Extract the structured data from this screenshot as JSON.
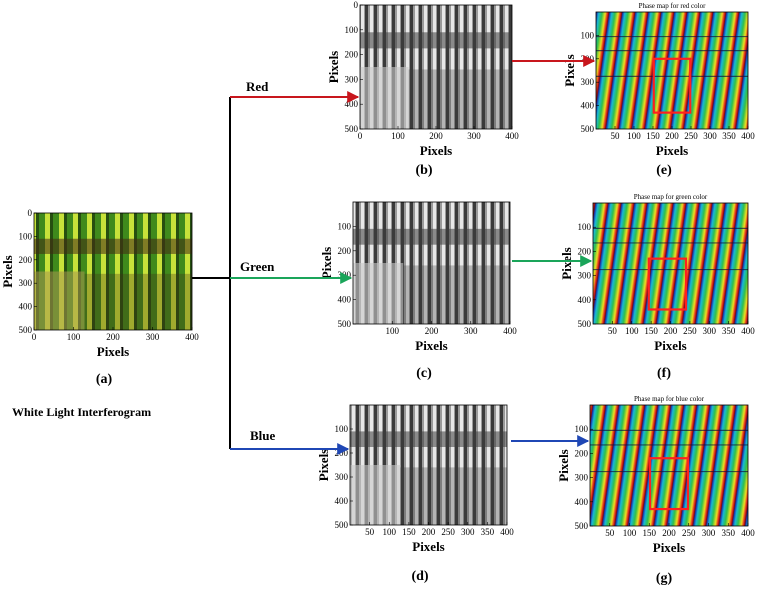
{
  "caption": "White Light Interferogram",
  "branches": [
    {
      "id": "red",
      "label": "Red",
      "color": "#c8161d"
    },
    {
      "id": "green",
      "label": "Green",
      "color": "#1aa55a"
    },
    {
      "id": "blue",
      "label": "Blue",
      "color": "#1f47b5"
    }
  ],
  "colors": {
    "trunk": "#000000",
    "roi_box": "#ff2020"
  },
  "panels": [
    {
      "id": "a",
      "kind": "color",
      "label": "(a)",
      "title": "",
      "xlabel": "Pixels",
      "ylabel": "Pixels",
      "xticks": [
        "0",
        "100",
        "200",
        "300",
        "400"
      ],
      "yticks": [
        "0",
        "100",
        "200",
        "300",
        "400",
        "500"
      ]
    },
    {
      "id": "b",
      "kind": "gray",
      "label": "(b)",
      "title": "",
      "xlabel": "Pixels",
      "ylabel": "Pixels",
      "xticks": [
        "0",
        "100",
        "200",
        "300",
        "400"
      ],
      "yticks": [
        "0",
        "100",
        "200",
        "300",
        "400",
        "500"
      ]
    },
    {
      "id": "c",
      "kind": "gray",
      "label": "(c)",
      "title": "",
      "xlabel": "Pixels",
      "ylabel": "Pixels",
      "xticks": [
        "100",
        "200",
        "300",
        "400"
      ],
      "yticks": [
        "100",
        "200",
        "300",
        "400",
        "500"
      ]
    },
    {
      "id": "d",
      "kind": "gray",
      "label": "(d)",
      "title": "",
      "xlabel": "Pixels",
      "ylabel": "Pixels",
      "xticks": [
        "50",
        "100",
        "150",
        "200",
        "250",
        "300",
        "350",
        "400"
      ],
      "yticks": [
        "100",
        "200",
        "300",
        "400",
        "500"
      ]
    },
    {
      "id": "e",
      "kind": "phase",
      "label": "(e)",
      "title": "Phase map for red color",
      "xlabel": "Pixels",
      "ylabel": "Pixels",
      "xticks": [
        "50",
        "100",
        "150",
        "200",
        "250",
        "300",
        "350",
        "400"
      ],
      "yticks": [
        "100",
        "200",
        "300",
        "400",
        "500"
      ]
    },
    {
      "id": "f",
      "kind": "phase",
      "label": "(f)",
      "title": "Phase map for green color",
      "xlabel": "Pixels",
      "ylabel": "Pixels",
      "xticks": [
        "50",
        "100",
        "150",
        "200",
        "250",
        "300",
        "350",
        "400"
      ],
      "yticks": [
        "100",
        "200",
        "300",
        "400",
        "500"
      ]
    },
    {
      "id": "g",
      "kind": "phase",
      "label": "(g)",
      "title": "Phase map for blue color",
      "xlabel": "Pixels",
      "ylabel": "Pixels",
      "xticks": [
        "50",
        "100",
        "150",
        "200",
        "250",
        "300",
        "350",
        "400"
      ],
      "yticks": [
        "100",
        "200",
        "300",
        "400",
        "500"
      ]
    }
  ]
}
